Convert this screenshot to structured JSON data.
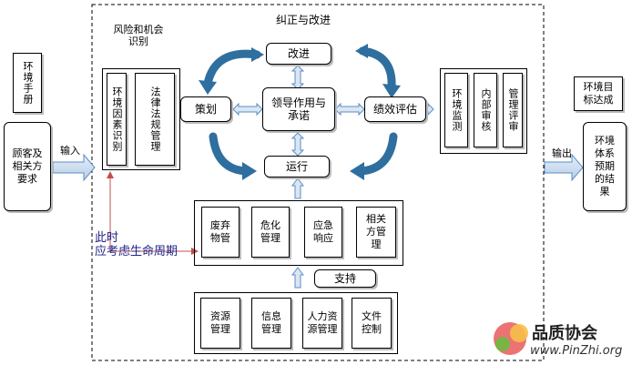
{
  "left": {
    "manual": "环境手册",
    "input_req": "顾客及相关方要求",
    "input_arrow": "输入"
  },
  "center": {
    "correction": "纠正与改进",
    "risk": "风险和机会识别",
    "env_factor": "环境因素识别",
    "legal": "法律法规管理",
    "improve": "改进",
    "plan": "策划",
    "leadership": "领导作用与承诺",
    "performance": "绩效评估",
    "operate": "运行",
    "ops_items": [
      "废弃物管",
      "危化管理",
      "应急响应",
      "相关方管理"
    ],
    "support": "支持",
    "support_items": [
      "资源管理",
      "信息管理",
      "人力资源管理",
      "文件控制"
    ],
    "perf_items": [
      "环境监测",
      "内部审核",
      "管理评审"
    ],
    "lifecycle": "此时\n应考虑生命周期"
  },
  "right": {
    "output_arrow": "输出",
    "target": "环境目标达成",
    "result": "环境体系预期的结果"
  },
  "watermark": {
    "brand": "品质协会",
    "url": "www.PinZhi.org"
  },
  "colors": {
    "cycle_arrow": "#2f6f9f",
    "block_arrow": "#5b8ec2",
    "lifecycle_line": "#c0504d",
    "lifecycle_text": "#22248a"
  }
}
